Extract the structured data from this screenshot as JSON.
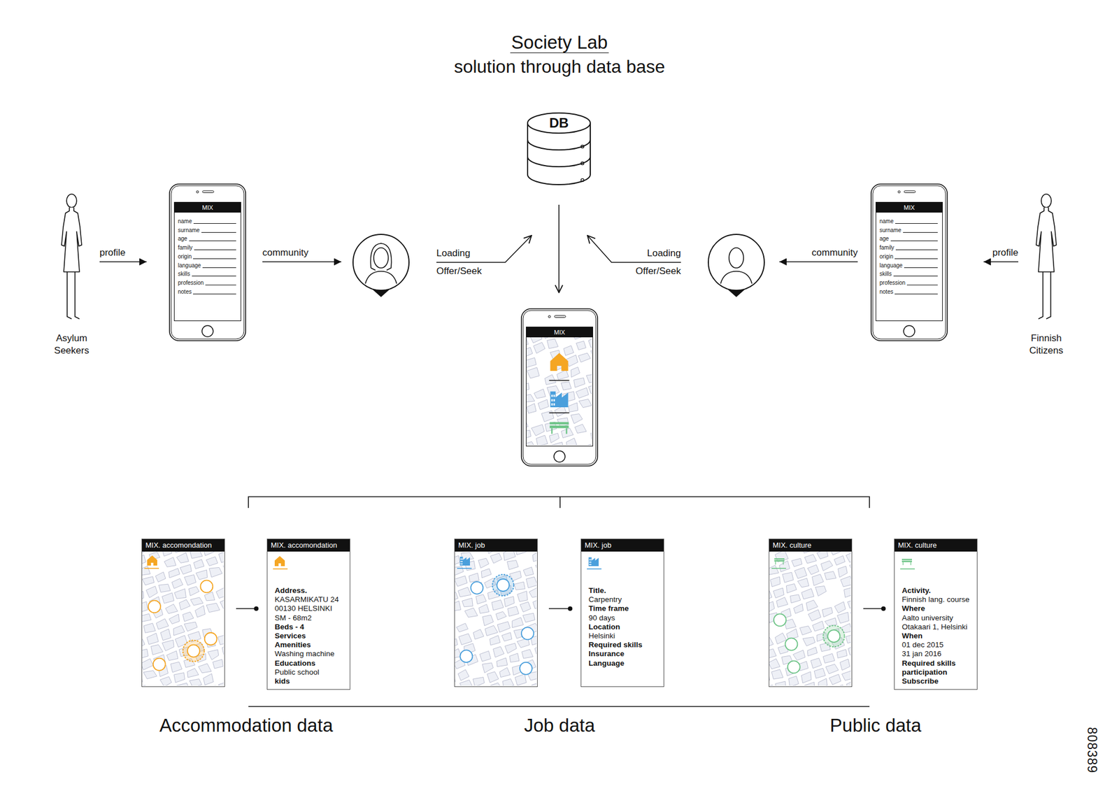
{
  "diagram": {
    "title": "Society Lab",
    "nodes": [
      {
        "text": [
          "DB"
        ]
      },
      {
        "text": [
          "Asylum Seekers"
        ]
      },
      {
        "text": [
          "MIX",
          "name",
          "surname",
          "age",
          "family",
          "origin",
          "language",
          "skills",
          "profession",
          "notes"
        ]
      },
      {
        "text": []
      },
      {
        "text": []
      },
      {
        "text": [
          "MIX",
          "name",
          "surname",
          "age",
          "family",
          "origin",
          "language",
          "skills",
          "profession",
          "notes"
        ]
      },
      {
        "text": [
          "Finnish Citizens"
        ]
      },
      {
        "text": [
          "MIX"
        ]
      },
      {
        "text": [
          "MIX. accomondation"
        ]
      },
      {
        "text": [
          "MIX. accomondation",
          "Address.",
          "KASARMIKATU 24",
          "00130 HELSINKI",
          "SM - 68m2",
          "Beds - 4",
          "Services",
          "Amenities",
          "Washing machine",
          "Educations",
          "Public school",
          "kids"
        ]
      },
      {
        "text": [
          "MIX. job"
        ]
      },
      {
        "text": [
          "MIX. job",
          "Title.",
          "Carpentry",
          "Time frame",
          "90 days",
          "Location",
          "Helsinki",
          "Required skills",
          "Insurance",
          "Language"
        ]
      },
      {
        "text": [
          "MIX. culture"
        ]
      },
      {
        "text": [
          "MIX. culture",
          "Activity.",
          "Finnish lang. course",
          "Where",
          "Aalto university",
          "Otakaari 1, Helsinki",
          "When",
          "01 dec 2015",
          "31 jan 2016",
          "Required skills",
          "participation",
          "Subscribe"
        ]
      }
    ],
    "edges": [
      {
        "from": 1,
        "to": 2,
        "label": "profile",
        "arrow": "to"
      },
      {
        "from": 2,
        "to": 3,
        "label": "community",
        "arrow": "to"
      },
      {
        "from": 3,
        "to": 0,
        "label": "Loading Offer/Seek",
        "arrow": "to"
      },
      {
        "from": 4,
        "to": 0,
        "label": "Loading Offer/Seek",
        "arrow": "to"
      },
      {
        "from": 0,
        "to": 7,
        "arrow": "to"
      },
      {
        "from": 5,
        "to": 4,
        "label": "community",
        "arrow": "to"
      },
      {
        "from": 6,
        "to": 5,
        "label": "profile",
        "arrow": "to"
      },
      {
        "from": 8,
        "to": 9,
        "arrow": "to"
      },
      {
        "from": 10,
        "to": 11,
        "arrow": "to"
      },
      {
        "from": 12,
        "to": 13,
        "arrow": "to"
      }
    ],
    "labels": [
      "solution through data base",
      "Accommodation data",
      "Job data",
      "Public data",
      "808389"
    ]
  }
}
